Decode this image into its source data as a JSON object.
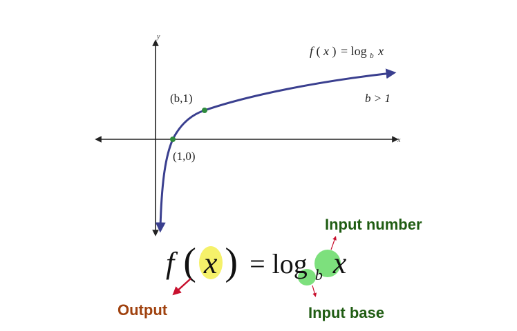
{
  "graph": {
    "axis_x_label": "x",
    "axis_y_label": "y",
    "function_label": {
      "f": "f",
      "lp": "(",
      "x": "x",
      "rp": ")",
      "eq": "= log",
      "sub": "b",
      "arg": "x"
    },
    "condition": "b > 1",
    "point_b1": "(b,1)",
    "point_10": "(1,0)",
    "curve_color": "#3a3f8f",
    "point_color": "#2e8b3d"
  },
  "formula": {
    "f": "f",
    "lp": "(",
    "x": "x",
    "rp": ")",
    "eq": "= log",
    "sub": "b",
    "arg": "x",
    "highlight_output_color": "#f5f16a",
    "highlight_input_color": "#7de07d"
  },
  "annotations": {
    "output": "Output",
    "input_number": "Input number",
    "input_base": "Input base",
    "output_color": "#a0420f",
    "input_color": "#1f5c12",
    "arrow_color": "#c8102e"
  }
}
